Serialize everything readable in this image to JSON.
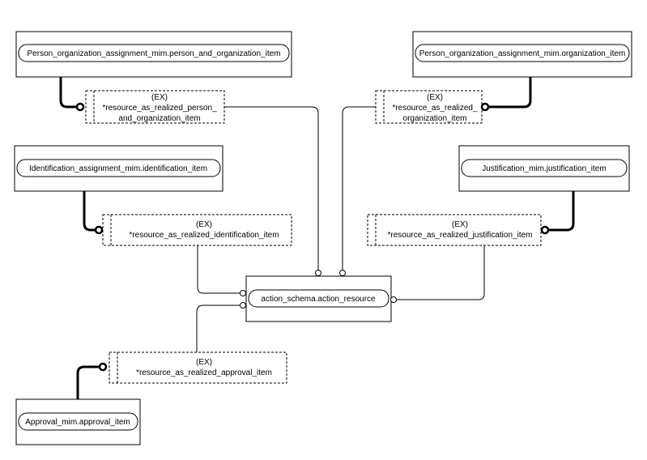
{
  "entities": {
    "pom_person_org": "Person_organization_assignment_mim.person_and_organization_item",
    "pom_org": "Person_organization_assignment_mim.organization_item",
    "identification": "Identification_assignment_mim.identification_item",
    "justification": "Justification_mim.justification_item",
    "action_resource": "action_schema.action_resource",
    "approval": "Approval_mim.approval_item"
  },
  "selects": {
    "person_org": {
      "tag": "(EX)",
      "line1": "*resource_as_realized_person_",
      "line2": "and_organization_item"
    },
    "org": {
      "tag": "(EX)",
      "line1": "*resource_as_realized_",
      "line2": "organization_item"
    },
    "identification": {
      "tag": "(EX)",
      "line1": "*resource_as_realized_identification_item"
    },
    "justification": {
      "tag": "(EX)",
      "line1": "*resource_as_realized_justification_item"
    },
    "approval": {
      "tag": "(EX)",
      "line1": "*resource_as_realized_approval_item"
    }
  }
}
